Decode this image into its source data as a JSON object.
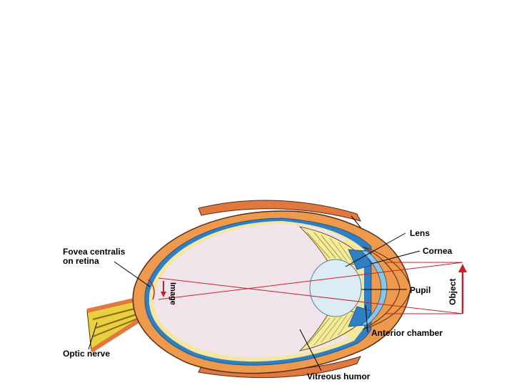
{
  "labels": {
    "lens": "Lens",
    "cornea": "Cornea",
    "pupil": "Pupil",
    "anterior_chamber": "Anterior chamber",
    "vitreous_humor": "Vitreous humor",
    "optic_nerve": "Optic nerve",
    "fovea_line1": "Fovea centralis",
    "fovea_line2": "on retina",
    "image": "Image",
    "object": "Object"
  },
  "colors": {
    "sclera": "#ee9a4d",
    "sclera_outline": "#5a2a10",
    "choroid": "#2f7fc4",
    "retina": "#f4e7a0",
    "vitreous": "#f1e4ea",
    "ciliary": "#f5ec9a",
    "lens": "#dcecf5",
    "ray": "#c8202a",
    "nerve": "#e8d040"
  }
}
